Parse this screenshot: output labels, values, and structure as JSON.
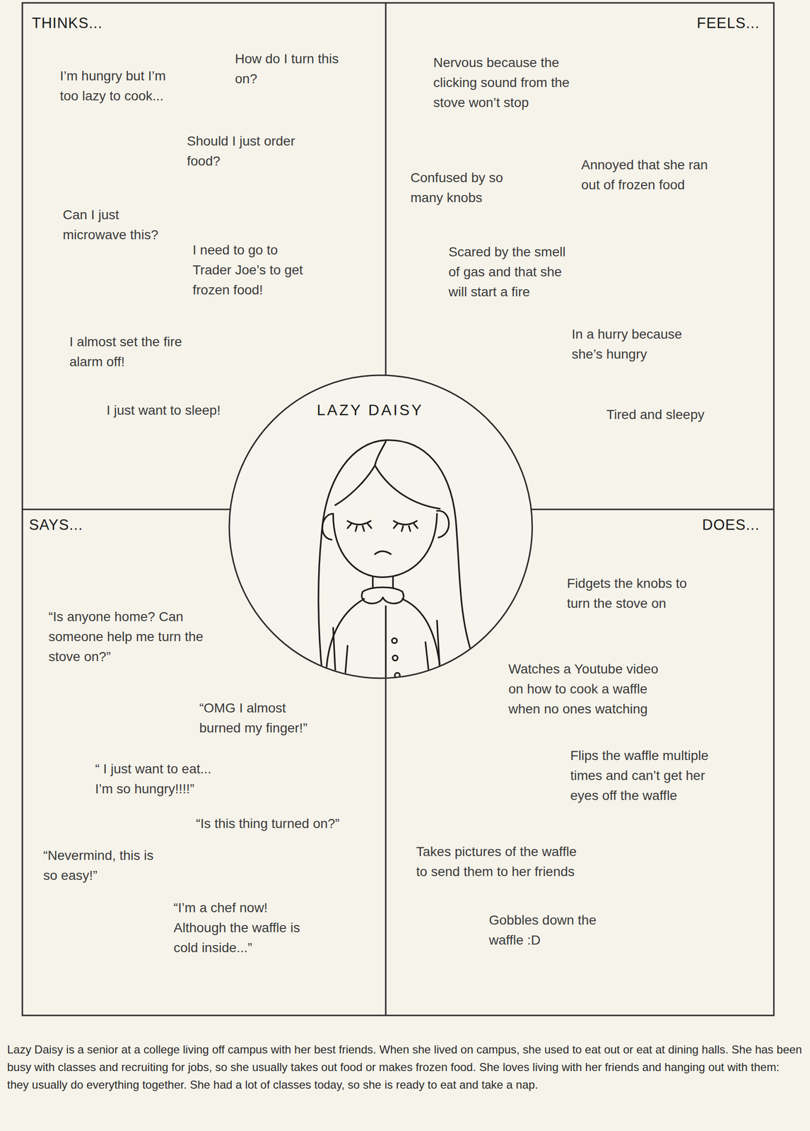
{
  "diagram": {
    "caption": "Lazy Daisy is a senior at a college living off campus with her best friends. When she lived on campus, she used to eat out or eat at dining halls. She has been busy with classes and recruiting for jobs, so she usually takes out food or makes frozen food. She loves living with her friends and hanging out with them: they usually do everything together. She had a lot of classes today, so she is ready to eat and take a nap.",
    "nodes": [
      {
        "text": [
          "THINKS...",
          "I’m hungry but I’m too lazy to cook...",
          "How do I turn this on?",
          "Should I just order food?",
          "Can I just microwave this?",
          "I need to go to Trader Joe’s to get frozen food!",
          "I almost set the fire alarm off!",
          "I just want to sleep!"
        ]
      },
      {
        "text": [
          "FEELS...",
          "Nervous because the clicking sound from the stove won’t stop",
          "Confused by so many knobs",
          "Annoyed that she ran out of frozen food",
          "Scared by the smell of gas and that she will start a fire",
          "In a hurry because she’s hungry",
          "Tired and sleepy"
        ]
      },
      {
        "text": [
          "LAZY DAISY"
        ]
      },
      {
        "text": [
          "SAYS...",
          "“Is anyone home? Can someone help me turn the stove on?”",
          "“OMG I almost burned my finger!”",
          "“ I just want to eat... I’m so hungry!!!!”",
          "“Is this thing turned on?”",
          "“Nevermind, this is so easy!”",
          "“I’m a chef now! Although the waffle is cold inside...”"
        ]
      },
      {
        "text": [
          "DOES...",
          "Fidgets the knobs to turn the stove on",
          "Watches a Youtube video on how to cook a waffle when no ones watching",
          "Flips the waffle multiple times and can’t get her eyes off the waffle",
          "Takes pictures of the waffle to send them to her friends",
          "Gobbles down the waffle :D"
        ]
      }
    ]
  }
}
